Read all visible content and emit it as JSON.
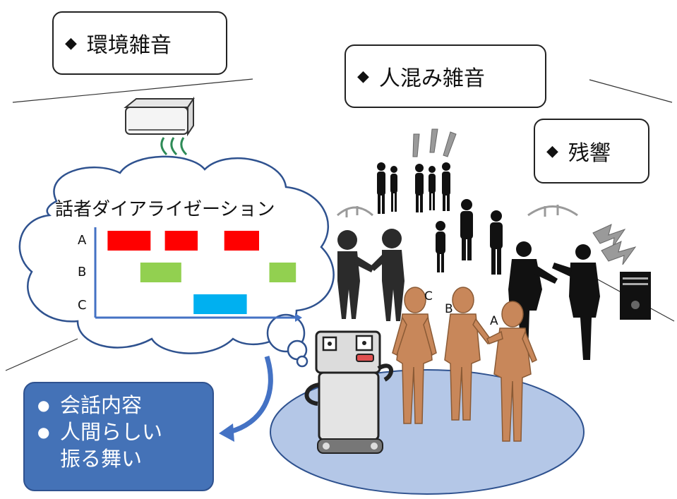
{
  "labels": {
    "env_noise": "環境雑音",
    "crowd_noise": "人混み雑音",
    "reverb": "残響",
    "diamond": "◆"
  },
  "diarization": {
    "title": "話者ダイアライゼーション",
    "rows": [
      {
        "speaker": "A",
        "color": "#ff0000",
        "segments": [
          [
            0.06,
            0.27
          ],
          [
            0.34,
            0.5
          ],
          [
            0.63,
            0.8
          ]
        ]
      },
      {
        "speaker": "B",
        "color": "#92d050",
        "segments": [
          [
            0.22,
            0.42
          ],
          [
            0.85,
            0.98
          ]
        ]
      },
      {
        "speaker": "C",
        "color": "#00b0f0",
        "segments": [
          [
            0.48,
            0.74
          ]
        ]
      }
    ]
  },
  "persons": {
    "a": "A",
    "b": "B",
    "c": "C"
  },
  "info": {
    "bullet": "●",
    "item1": "会話内容",
    "item2_line1": "人間らしい",
    "item2_line2": "振る舞い"
  }
}
